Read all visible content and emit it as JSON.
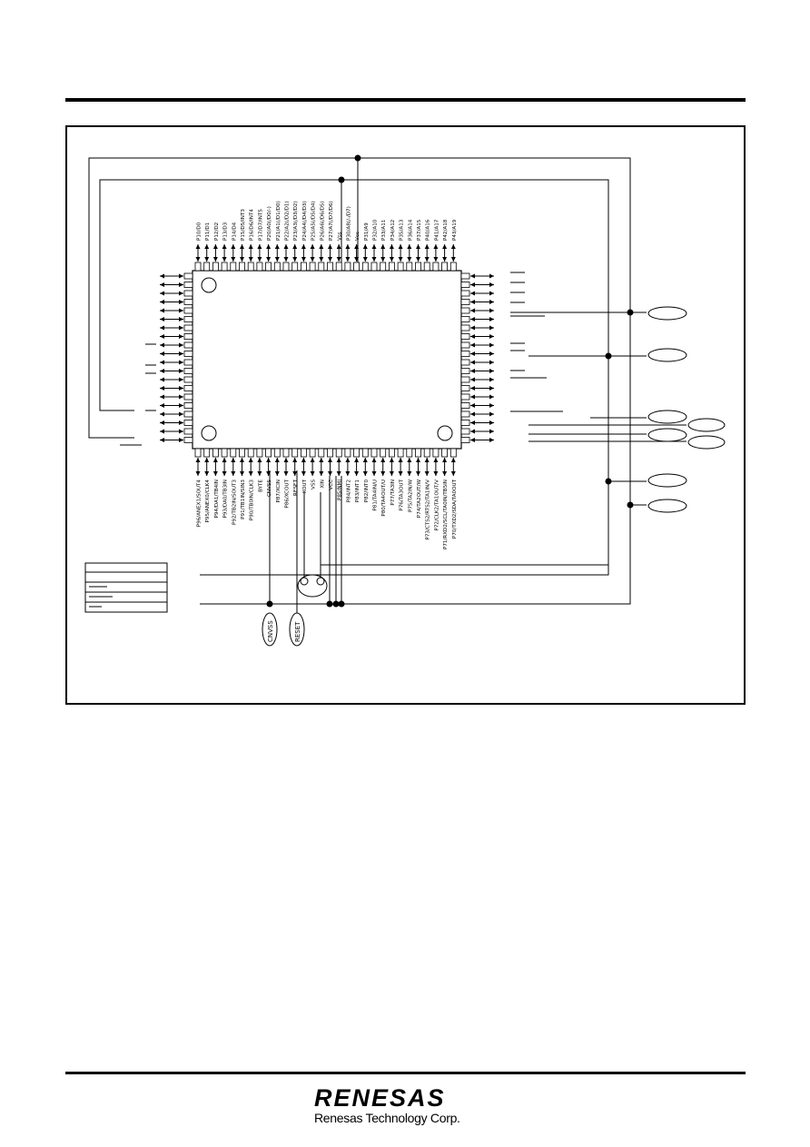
{
  "diagram": {
    "top_pins": [
      "P10/D0",
      "P11/D1",
      "P12/D2",
      "P13/D3",
      "P14/D4",
      "P15/D5/INT3",
      "P16/D6/INT4",
      "P17/D7/INT5",
      "P20/A0(/D0/-)",
      "P21/A1(/D1/D0)",
      "P22/A2(/D2/D1)",
      "P23/A3(/D3/D2)",
      "P24/A4(/D4/D3)",
      "P25/A5(/D5/D4)",
      "P26/A6(/D6/D5)",
      "P27/A7(/D7/D6)",
      "Vss",
      "P30/A8(/-/D7)",
      "Vcc",
      "P31/A9",
      "P32/A10",
      "P33/A11",
      "P34/A12",
      "P35/A13",
      "P36/A14",
      "P37/A15",
      "P40/A16",
      "P41/A17",
      "P42/A18",
      "P43/A19"
    ],
    "bottom_pins": [
      "P96/ANEX1/SOUT4",
      "P95/ANEX0/CLK4",
      "P94/DA1/TB4IN",
      "P93/DA0/TB3IN",
      "P92/TB2IN/SOUT3",
      "P91/TB1IN/SIN3",
      "P90/TB0IN/CLK3",
      "BYTE",
      "CNVSS",
      "P87/XCIN",
      "P86/XCOUT",
      "RESET",
      "XOUT",
      "VSS",
      "XIN",
      "VCC",
      "P85/NMI",
      "P84/INT2",
      "P83/INT1",
      "P82/INT0",
      "P81/TA4IN/U",
      "P80/TA4OUT/U",
      "P77/TA3IN",
      "P76/TA3OUT",
      "P75/TA2IN/W",
      "P74/TA2OUT/W",
      "P73/CTS2/RTS2/TA1IN/V",
      "P72/CLK2/TA1OUT/V",
      "P71/RXD2/SCL/TA0IN/TB5IN",
      "P70/TXD2/SDA/TA0OUT"
    ],
    "circle_labels": [
      "CNVSS",
      "RESET"
    ]
  },
  "footer": {
    "logo_main": "RENESAS",
    "logo_sub": "Renesas Technology Corp."
  }
}
